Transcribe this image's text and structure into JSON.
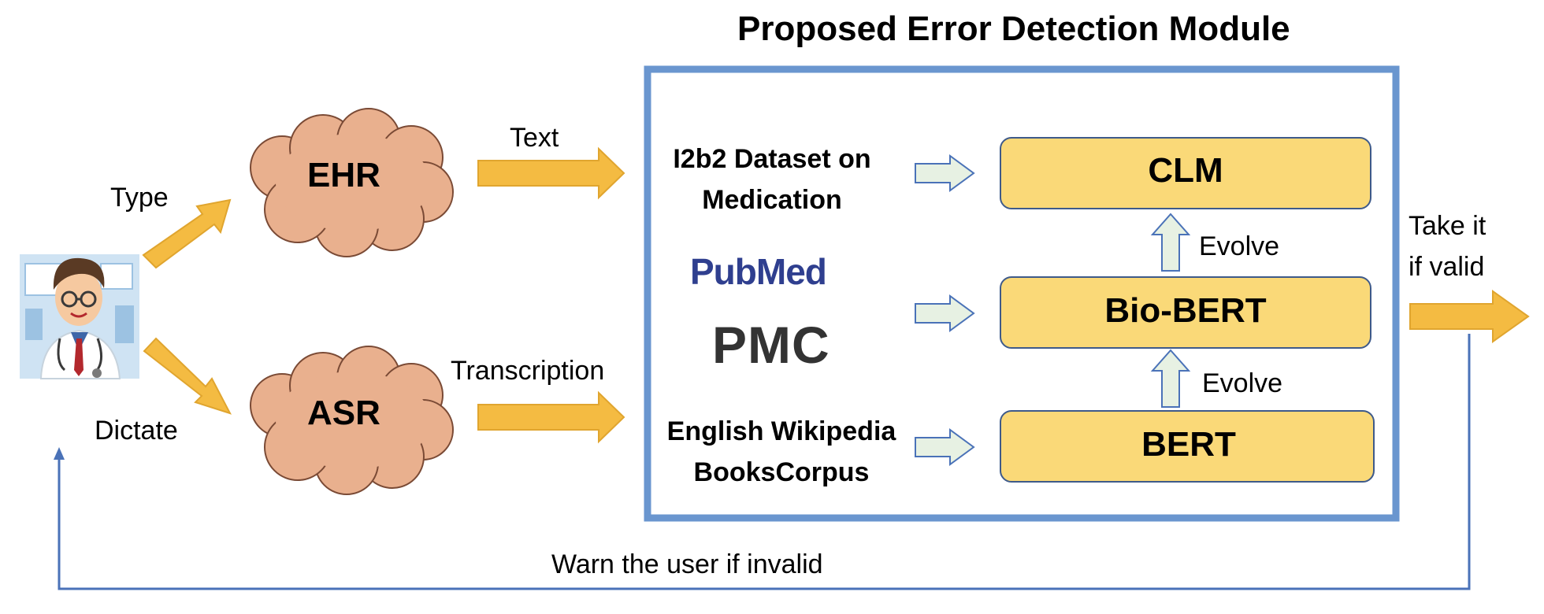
{
  "title": "Proposed Error Detection Module",
  "user": {
    "icon": "doctor-avatar-icon"
  },
  "inputs": {
    "type_label": "Type",
    "dictate_label": "Dictate",
    "ehr": "EHR",
    "asr": "ASR",
    "text_label": "Text",
    "transcription_label": "Transcription"
  },
  "datasets": {
    "i2b2": "I2b2 Dataset on Medication",
    "pubmed_logo": "PubMed",
    "pmc_logo": "PMC",
    "wiki_line1": "English Wikipedia",
    "wiki_line2": "BooksCorpus"
  },
  "models": {
    "clm": "CLM",
    "biobert": "Bio-BERT",
    "bert": "BERT",
    "evolve_upper": "Evolve",
    "evolve_lower": "Evolve"
  },
  "output": {
    "valid_line1": "Take it",
    "valid_line2": "if valid",
    "warn": "Warn the user if invalid"
  },
  "colors": {
    "module_border": "#6a96cf",
    "arrow_fill": "#f4bb42",
    "cloud_fill": "#e9b08e",
    "model_box_fill": "#fad978",
    "small_arrow_fill": "#e7f1e3",
    "feedback_line": "#4a72b8"
  }
}
